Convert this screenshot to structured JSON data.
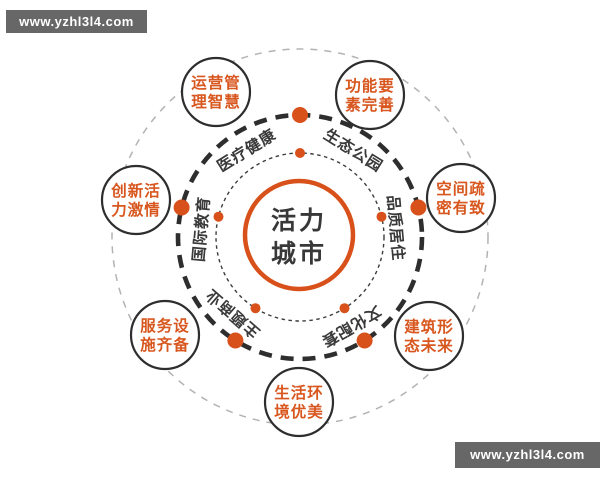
{
  "watermarks": {
    "top_left": "www.yzhl3l4.com",
    "bottom_right": "www.yzhl3l4.com"
  },
  "center_circle": {
    "line1": "活力",
    "line2": "城市"
  },
  "ring_labels": [
    {
      "label": "医疗健康"
    },
    {
      "label": "生态公园"
    },
    {
      "label": "品质居住"
    },
    {
      "label": "文化配套"
    },
    {
      "label": "主题商业"
    },
    {
      "label": "国际教育"
    }
  ],
  "outer_nodes": [
    {
      "line1": "运营管",
      "line2": "理智慧"
    },
    {
      "line1": "功能要",
      "line2": "素完善"
    },
    {
      "line1": "创新活",
      "line2": "力激情"
    },
    {
      "line1": "空间疏",
      "line2": "密有致"
    },
    {
      "line1": "服务设",
      "line2": "施齐备"
    },
    {
      "line1": "建筑形",
      "line2": "态未来"
    },
    {
      "line1": "生活环",
      "line2": "境优美"
    }
  ],
  "colors": {
    "accent_orange": "#d8501a",
    "node_text_orange": "#d8571f",
    "dark_text": "#3a3a3a",
    "circle_dark": "#2e2e2e",
    "outer_circle_gray": "#b3b3b3",
    "watermark_bg": "#676767",
    "watermark_text": "#ffffff",
    "background": "#ffffff"
  }
}
